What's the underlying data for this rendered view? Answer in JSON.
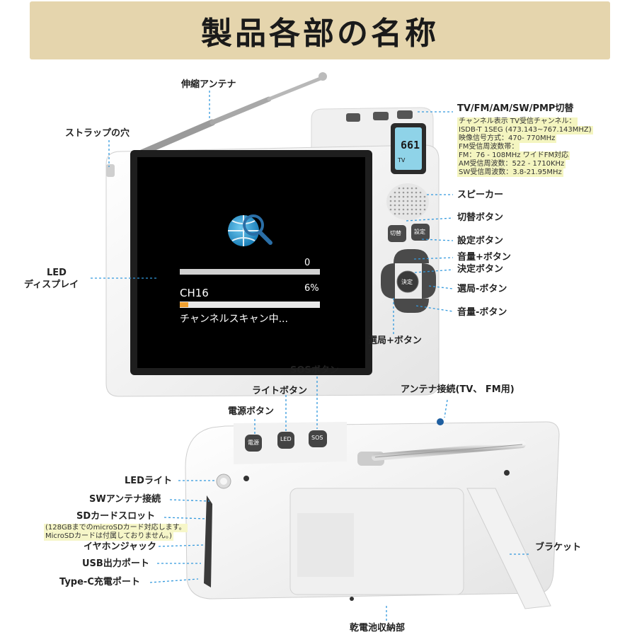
{
  "title": "製品各部の名称",
  "labels": {
    "antenna": "伸縮アンテナ",
    "strap_hole": "ストラップの穴",
    "led_display_line1": "LED",
    "led_display_line2": "ディスプレイ",
    "mode_switch": "TV/FM/AM/SW/PMP切替",
    "speaker": "スピーカー",
    "switch_button": "切替ボタン",
    "settings_button": "設定ボタン",
    "volume_up": "音量+ボタン",
    "ok_button": "決定ボタン",
    "channel_down": "選局-ボタン",
    "volume_down": "音量-ボタン",
    "channel_up": "選局+ボタン",
    "sos_button": "SOSボタン",
    "light_button": "ライトボタン",
    "power_button": "電源ボタン",
    "antenna_connector": "アンテナ接続(TV、 FM用)",
    "led_light": "LEDライト",
    "sw_antenna": "SWアンテナ接続",
    "sd_slot": "SDカードスロット",
    "sd_note_line1": "(128GBまでのmicroSDカード対応します。",
    "sd_note_line2": "MicroSDカードは付属しておりません。)",
    "earphone": "イヤホンジャック",
    "usb_out": "USB出力ポート",
    "typec": "Type-C充電ポート",
    "bracket": "ブラケット",
    "battery": "乾電池収納部"
  },
  "specs": [
    "チャンネル表示 TV受信チャンネル：",
    "ISDB-T 1SEG (473.143~767.143MHZ)",
    "映像信号方式：470- 770MHz",
    "FM受信周波数帯：",
    "FM：76 - 108MHz ワイドFM対応",
    "AM受信周波数：522 - 1710KHz",
    "SW受信周波数：3.8-21.95MHz"
  ],
  "screen": {
    "channel": "CH16",
    "count": "0",
    "percent": "6%",
    "status": "チャンネルスキャン中..."
  },
  "lcd": {
    "value": "661",
    "mode": "TV"
  },
  "buttons": {
    "switch": "切替",
    "settings": "設定",
    "ok": "決定",
    "power": "電源",
    "light": "LED",
    "sos": "SOS"
  },
  "colors": {
    "banner": "#e5d5ad",
    "leader": "#3399dd",
    "spec_highlight": "#f4f5c0",
    "lcd": "#8fd3e8"
  }
}
